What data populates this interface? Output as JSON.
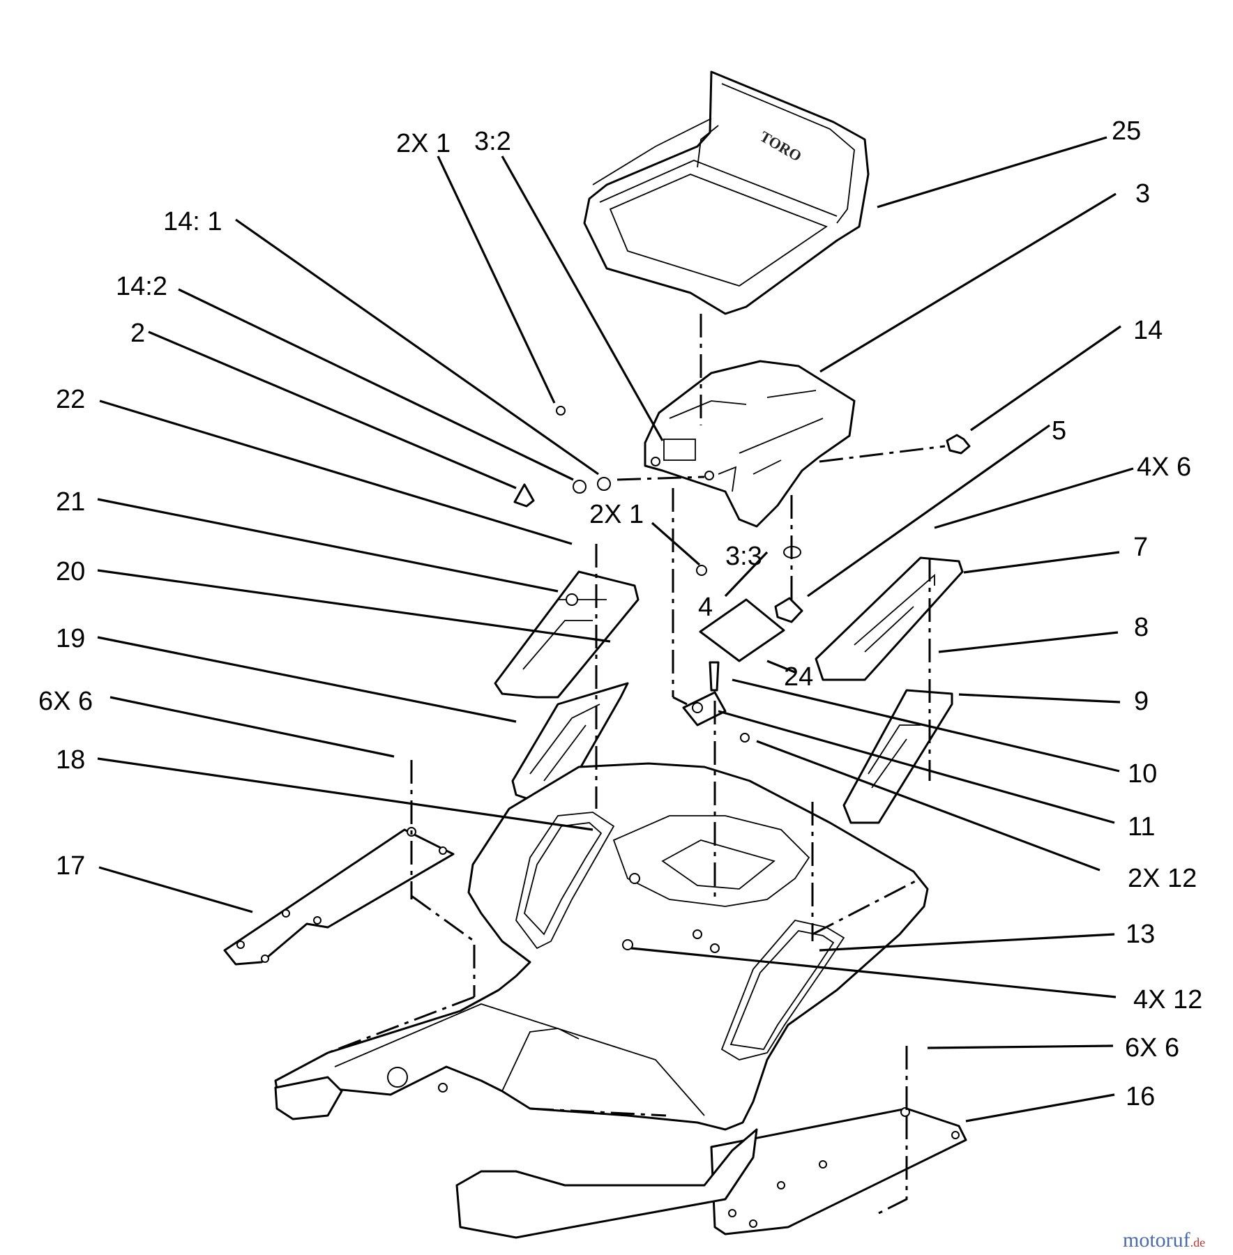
{
  "seat_brand": "TORO",
  "callouts": {
    "c_25": "25",
    "c_3": "3",
    "c_2x1_top": "2X 1",
    "c_3_2": "3:2",
    "c_14_1": "14: 1",
    "c_14_2": "14:2",
    "c_2": "2",
    "c_22": "22",
    "c_14": "14",
    "c_5": "5",
    "c_4x6": "4X 6",
    "c_21": "21",
    "c_2x1_mid": "2X 1",
    "c_7": "7",
    "c_3_3": "3:3",
    "c_20": "20",
    "c_4": "4",
    "c_8": "8",
    "c_19": "19",
    "c_24": "24",
    "c_9": "9",
    "c_6x6_left": "6X 6",
    "c_10": "10",
    "c_18": "18",
    "c_11": "11",
    "c_17": "17",
    "c_2x12": "2X 12",
    "c_13": "13",
    "c_4x12": "4X 12",
    "c_6x6_right": "6X 6",
    "c_16": "16"
  },
  "watermark": {
    "main": "motoruf",
    "suffix": ".de",
    "color_main": "#4a6aa8",
    "color_suffix": "#c83030"
  }
}
